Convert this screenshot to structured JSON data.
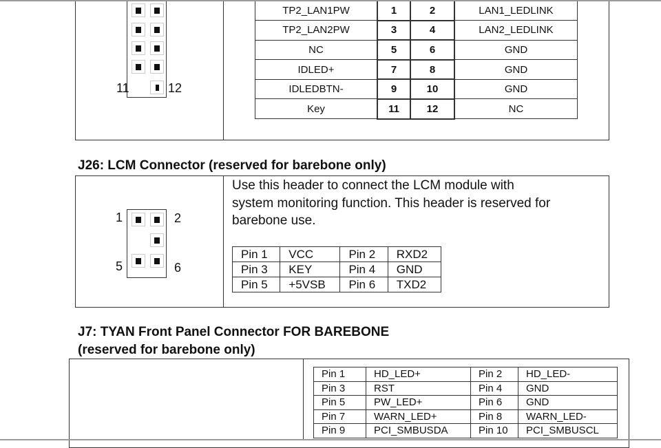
{
  "top_section": {
    "diagram_labels": {
      "left_bottom": "11",
      "right_bottom": "12"
    },
    "pin_table": [
      {
        "left": "TP2_LAN1PW",
        "pin_a": "1",
        "pin_b": "2",
        "right": "LAN1_LEDLINK"
      },
      {
        "left": "TP2_LAN2PW",
        "pin_a": "3",
        "pin_b": "4",
        "right": "LAN2_LEDLINK"
      },
      {
        "left": "NC",
        "pin_a": "5",
        "pin_b": "6",
        "right": "GND"
      },
      {
        "left": "IDLED+",
        "pin_a": "7",
        "pin_b": "8",
        "right": "GND"
      },
      {
        "left": "IDLEDBTN-",
        "pin_a": "9",
        "pin_b": "10",
        "right": "GND"
      },
      {
        "left": "Key",
        "pin_a": "11",
        "pin_b": "12",
        "right": "NC"
      }
    ]
  },
  "j26": {
    "heading": "J26: LCM Connector (reserved for barebone only)",
    "description": [
      "Use this header to connect the LCM module with",
      "system monitoring function. This header is reserved for",
      "barebone use."
    ],
    "diagram_labels": {
      "tl": "1",
      "tr": "2",
      "bl": "5",
      "br": "6"
    },
    "pin_table": [
      [
        "Pin 1",
        "VCC",
        "Pin 2",
        "RXD2"
      ],
      [
        "Pin 3",
        "KEY",
        "Pin 4",
        "GND"
      ],
      [
        "Pin 5",
        "+5VSB",
        "Pin 6",
        "TXD2"
      ]
    ]
  },
  "j7": {
    "heading_line1": "J7: TYAN Front Panel Connector FOR BAREBONE",
    "heading_line2": "(reserved for barebone only)",
    "pin_table": [
      [
        "Pin 1",
        "HD_LED+",
        "Pin 2",
        "HD_LED-"
      ],
      [
        "Pin 3",
        "RST",
        "Pin 4",
        "GND"
      ],
      [
        "Pin 5",
        "PW_LED+",
        "Pin 6",
        "GND"
      ],
      [
        "Pin 7",
        "WARN_LED+",
        "Pin 8",
        "WARN_LED-"
      ],
      [
        "Pin 9",
        "PCI_SMBUSDA",
        "Pin 10",
        "PCI_SMBUSCL"
      ]
    ]
  }
}
